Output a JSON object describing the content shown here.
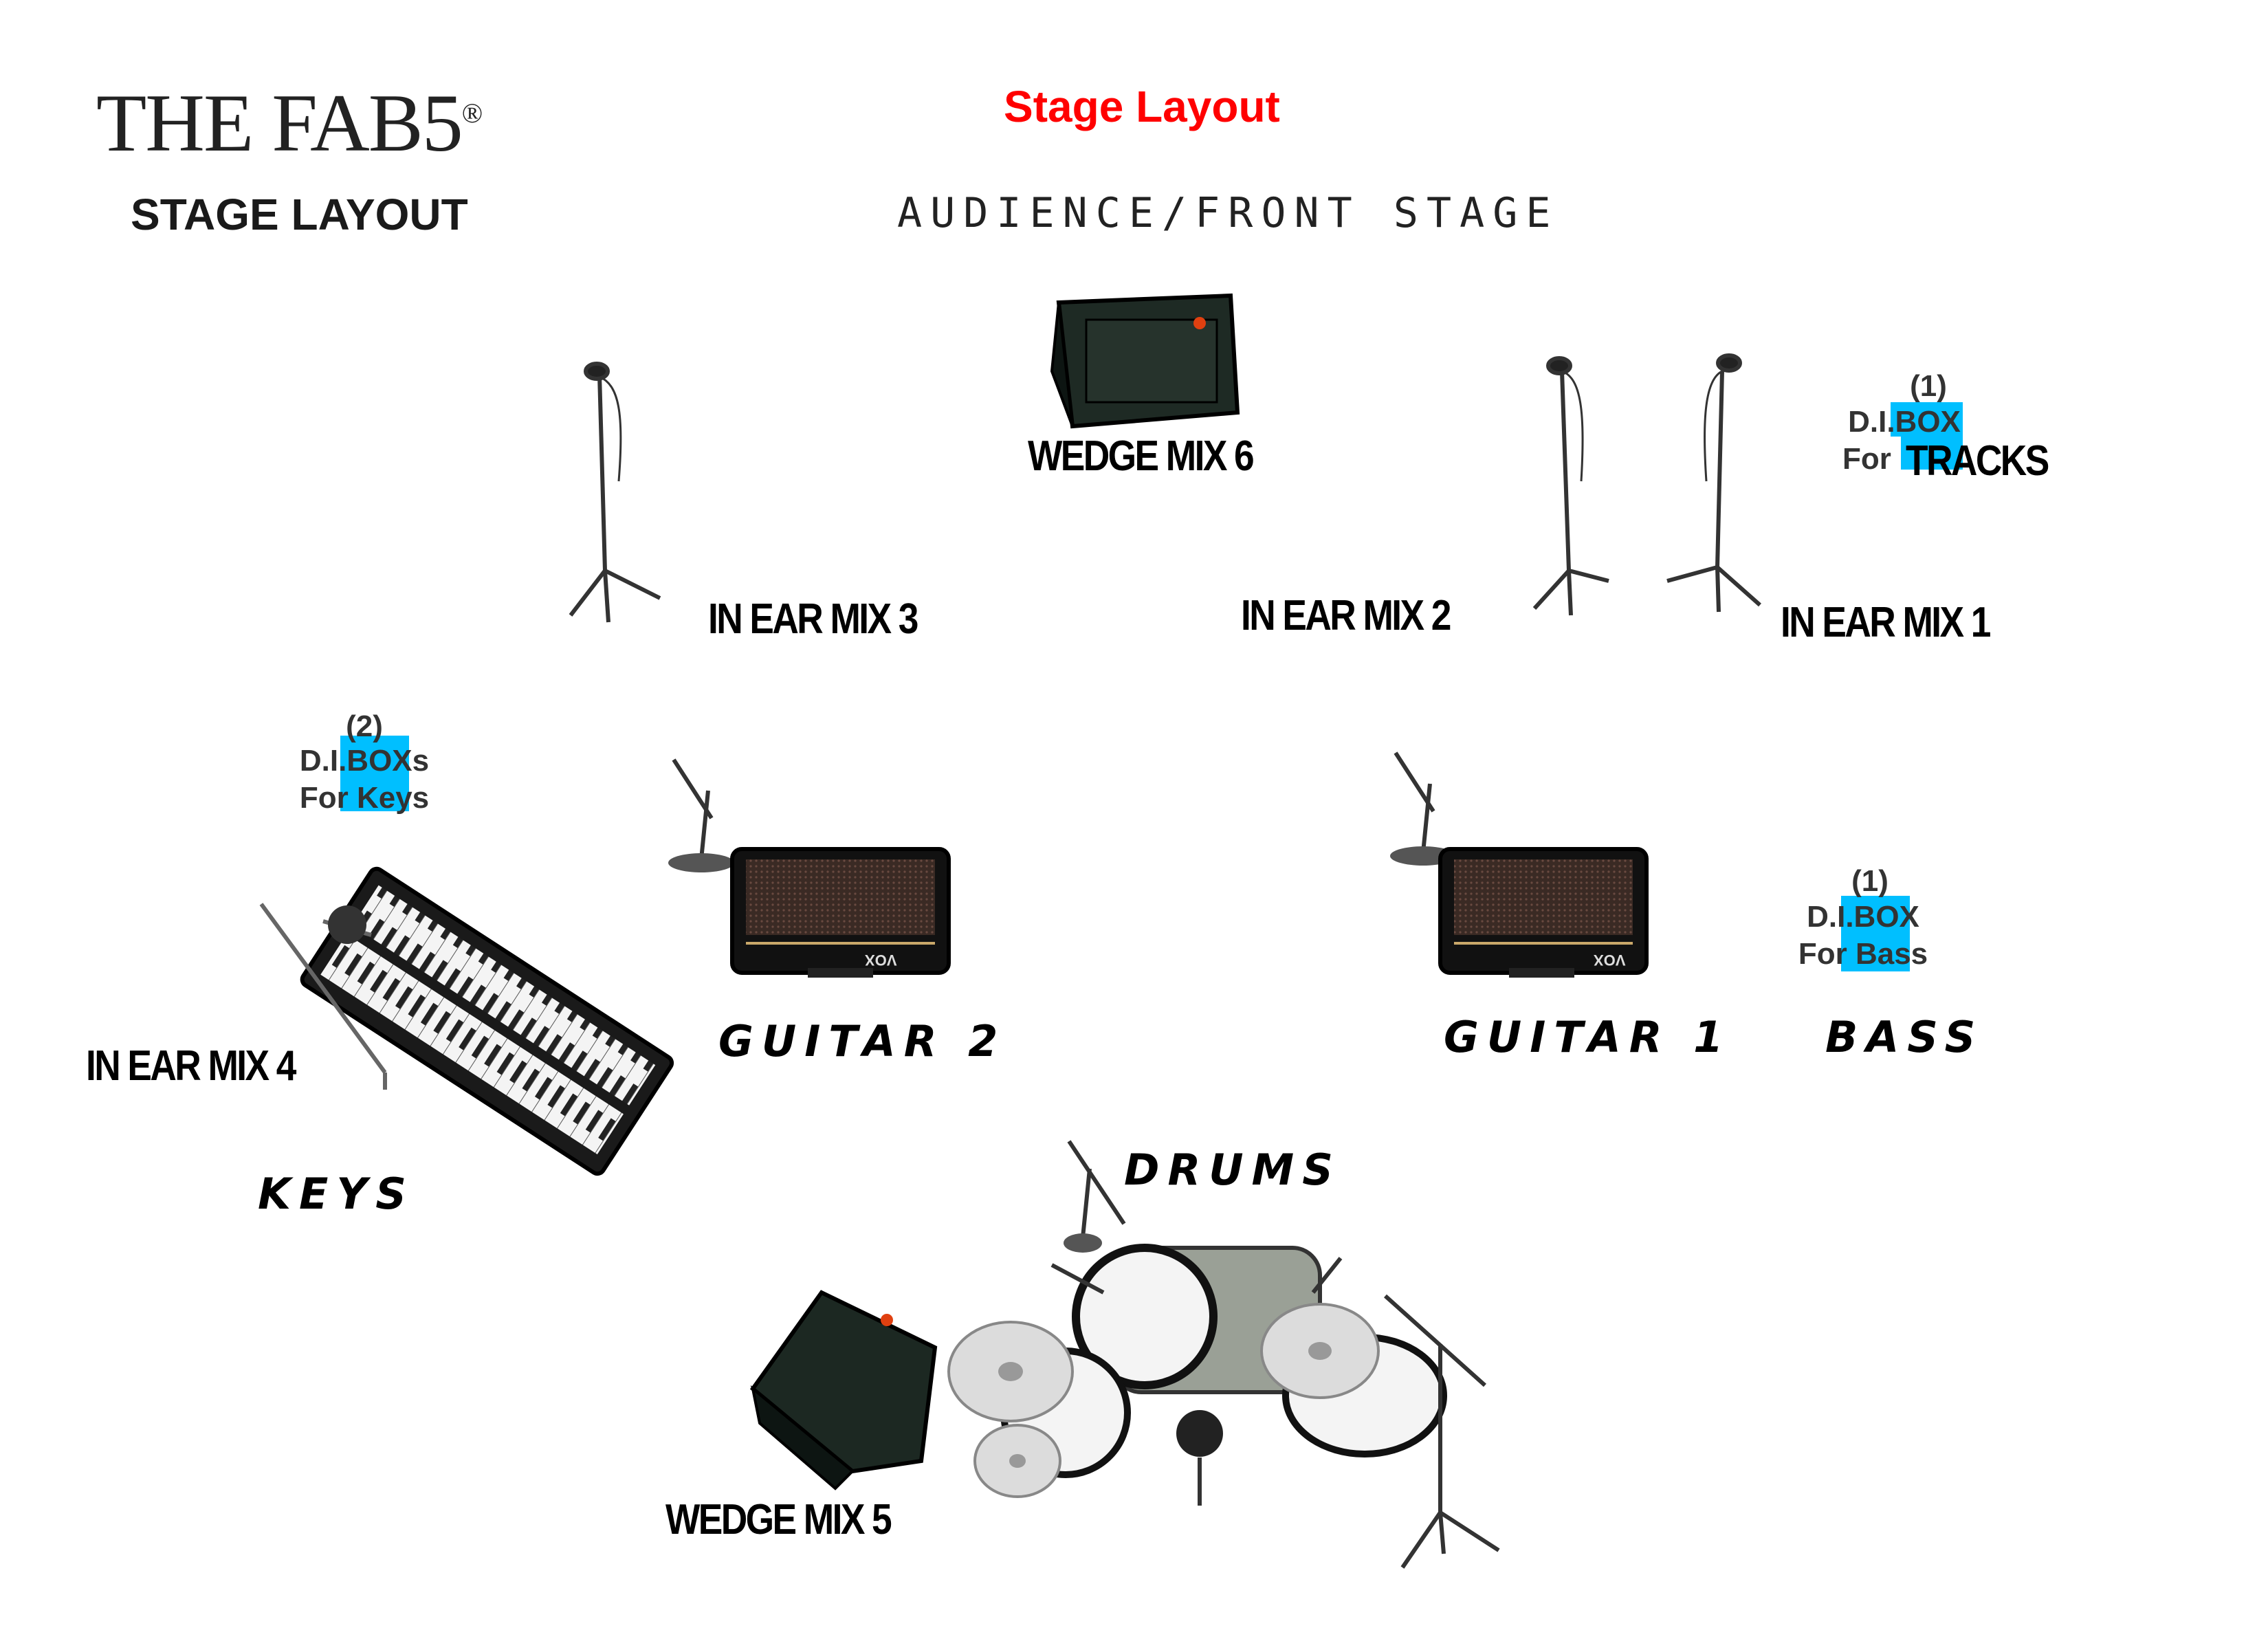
{
  "logo": {
    "brand": "THE FAB5",
    "registered": "®",
    "subtitle": "STAGE LAYOUT"
  },
  "title": "Stage Layout",
  "front_label": "AUDIENCE/FRONT STAGE",
  "labels": {
    "wedge6": "WEDGE  MIX 6",
    "inear3": "IN EAR MIX 3",
    "inear2": "IN EAR MIX 2",
    "inear1": "IN EAR MIX 1",
    "inear4": "IN EAR MIX 4",
    "wedge5": "WEDGE  MIX 5",
    "guitar2": "GUITAR 2",
    "guitar1": "GUITAR 1",
    "bass": "BASS",
    "keys": "KEYS",
    "drums": "DRUMS"
  },
  "di_boxes": {
    "tracks": {
      "count": "(1)",
      "line1": "D.I.BOX",
      "line2a": "For",
      "line2b": "TRACKS"
    },
    "keys": {
      "count": "(2)",
      "line1": "D.I.BOXs",
      "line2": "For Keys"
    },
    "bass": {
      "count": "(1)",
      "line1": "D.I.BOX",
      "line2": "For Bass"
    }
  },
  "amp_brand": "VOX",
  "colors": {
    "title": "#ff0000",
    "di_highlight": "#00bfff"
  }
}
